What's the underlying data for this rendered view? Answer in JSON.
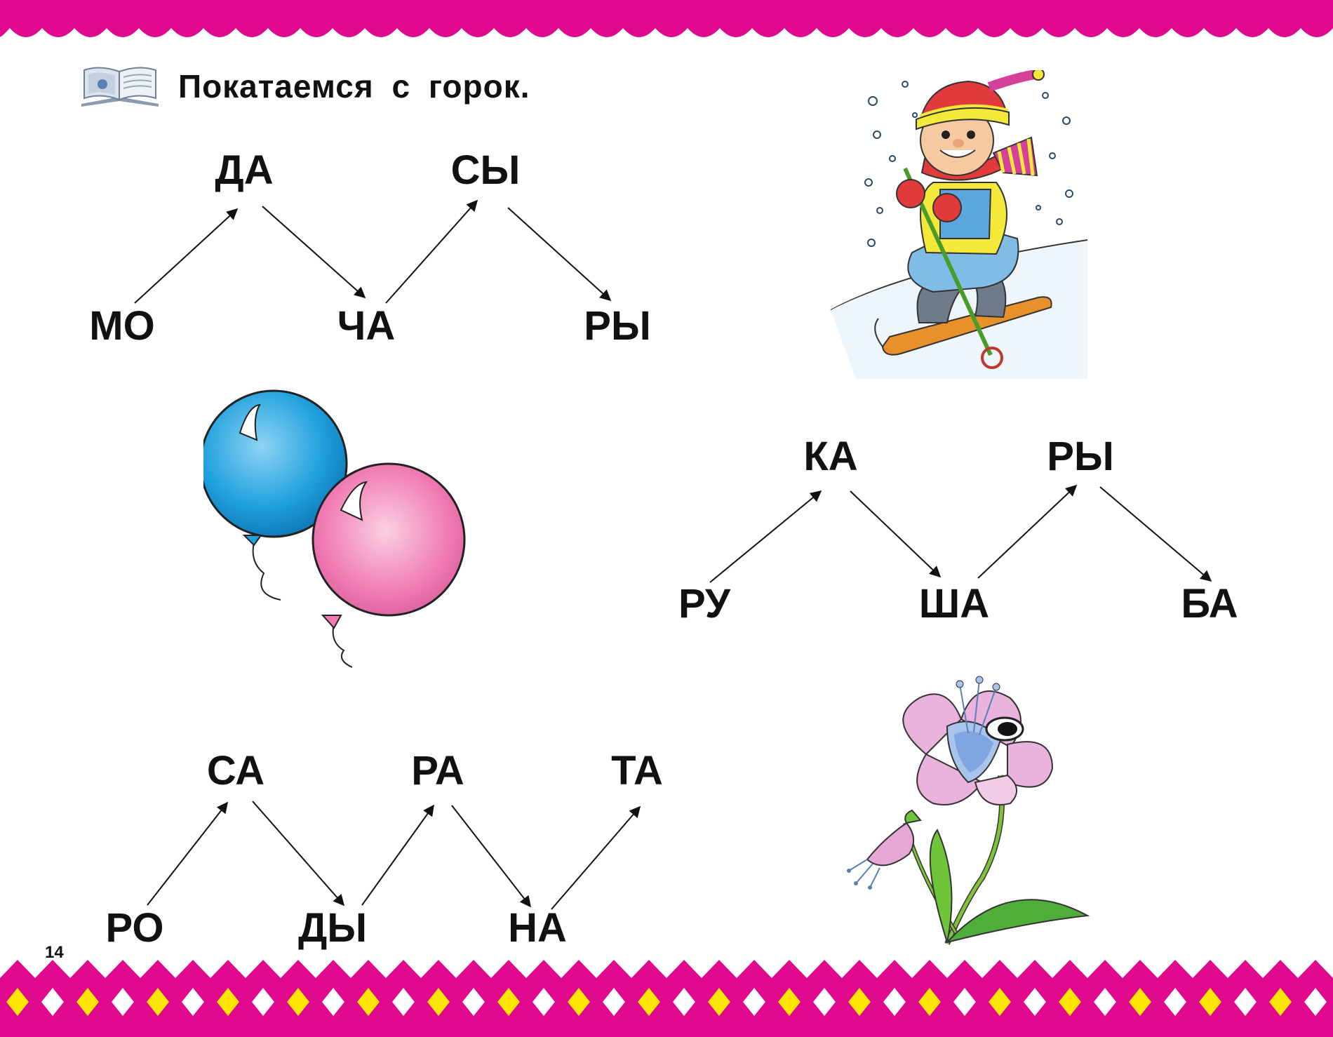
{
  "header": {
    "title": "Покатаемся с горок."
  },
  "page_number": "14",
  "colors": {
    "band": "#e0088c",
    "diamond": "#ffe600",
    "arrow": "#111111"
  },
  "chains": [
    {
      "syllables": [
        "МО",
        "ДА",
        "ЧА",
        "СЫ",
        "РЫ"
      ]
    },
    {
      "syllables": [
        "РУ",
        "КА",
        "ША",
        "РЫ",
        "БА"
      ]
    },
    {
      "syllables": [
        "РО",
        "СА",
        "ДЫ",
        "РА",
        "НА",
        "ТА"
      ]
    }
  ],
  "illustrations": [
    "book-icon",
    "skier-boy-illustration",
    "balloons-illustration",
    "flower-illustration"
  ]
}
